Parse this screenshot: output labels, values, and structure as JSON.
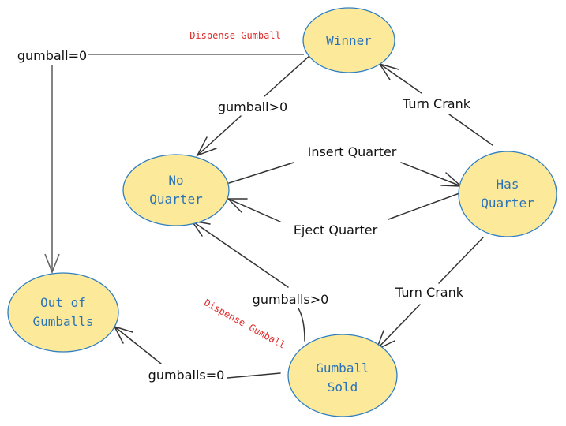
{
  "diagram": {
    "title": "Gumball Machine State Diagram",
    "colors": {
      "state_fill": "#fde99a",
      "state_stroke": "#2f7fc1",
      "state_text": "#2b73b8",
      "edge": "#333333",
      "action_text": "#e02c2c"
    },
    "states": {
      "winner": {
        "lines": [
          "Winner"
        ]
      },
      "no_quarter": {
        "lines": [
          "No",
          "Quarter"
        ]
      },
      "has_quarter": {
        "lines": [
          "Has",
          "Quarter"
        ]
      },
      "out_of_gumballs": {
        "lines": [
          "Out of",
          "Gumballs"
        ]
      },
      "gumball_sold": {
        "lines": [
          "Gumball",
          "Sold"
        ]
      }
    },
    "transitions": [
      {
        "from": "Winner",
        "to": "Out of Gumballs",
        "label": "gumball=0"
      },
      {
        "from": "Winner",
        "to": "No Quarter",
        "label": "gumball>0"
      },
      {
        "from": "No Quarter",
        "to": "Has Quarter",
        "label": "Insert Quarter"
      },
      {
        "from": "Has Quarter",
        "to": "No Quarter",
        "label": "Eject Quarter"
      },
      {
        "from": "Has Quarter",
        "to": "Winner",
        "label": "Turn Crank"
      },
      {
        "from": "Has Quarter",
        "to": "Gumball Sold",
        "label": "Turn Crank"
      },
      {
        "from": "Gumball Sold",
        "to": "No Quarter",
        "label": "gumballs>0"
      },
      {
        "from": "Gumball Sold",
        "to": "Out of Gumballs",
        "label": "gumballs=0"
      }
    ],
    "actions": {
      "winner_dispense": "Dispense Gumball",
      "sold_dispense": "Dispense Gumball"
    }
  }
}
